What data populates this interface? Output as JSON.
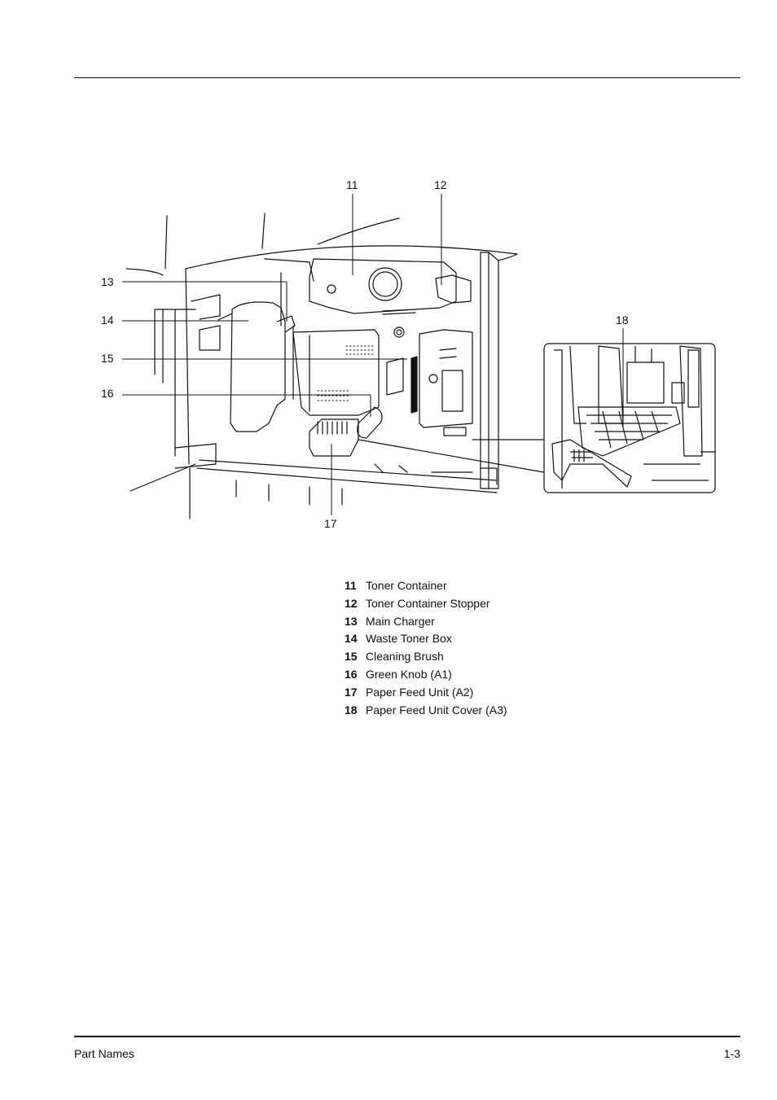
{
  "figure": {
    "callouts": [
      {
        "id": "11",
        "label": "11"
      },
      {
        "id": "12",
        "label": "12"
      },
      {
        "id": "13",
        "label": "13"
      },
      {
        "id": "14",
        "label": "14"
      },
      {
        "id": "15",
        "label": "15"
      },
      {
        "id": "16",
        "label": "16"
      },
      {
        "id": "17",
        "label": "17"
      },
      {
        "id": "18",
        "label": "18"
      }
    ]
  },
  "legend": [
    {
      "num": "11",
      "text": "Toner Container"
    },
    {
      "num": "12",
      "text": "Toner Container Stopper"
    },
    {
      "num": "13",
      "text": "Main Charger"
    },
    {
      "num": "14",
      "text": "Waste Toner Box"
    },
    {
      "num": "15",
      "text": "Cleaning Brush"
    },
    {
      "num": "16",
      "text": "Green Knob (A1)"
    },
    {
      "num": "17",
      "text": "Paper Feed Unit (A2)"
    },
    {
      "num": "18",
      "text": "Paper Feed Unit Cover (A3)"
    }
  ],
  "footer": {
    "section": "Part Names",
    "page": "1-3"
  }
}
